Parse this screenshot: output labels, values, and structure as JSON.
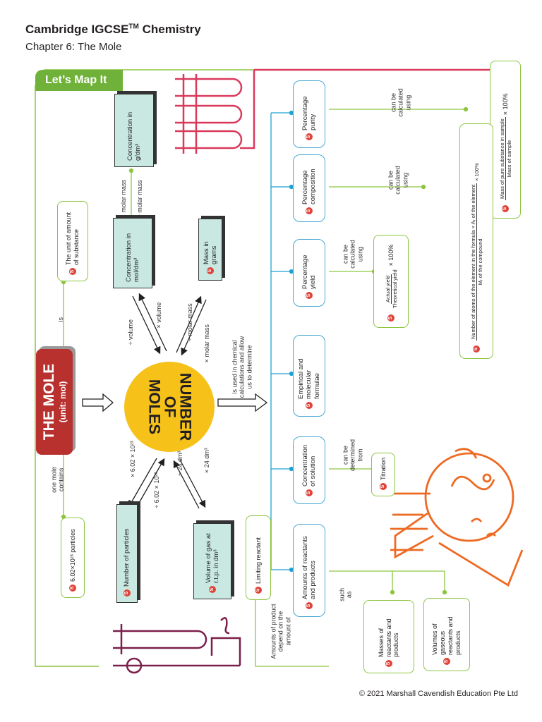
{
  "header": {
    "title": "Cambridge IGCSE",
    "title_sup": "TM",
    "title_rest": " Chemistry",
    "subtitle": "Chapter 6: The Mole"
  },
  "badge": "Let’s Map It",
  "icon_letter": "S",
  "colors": {
    "green": "#8cc63f",
    "blue": "#1ea1d2",
    "teal": "#c8e8e1",
    "red": "#b8312f",
    "yellow": "#f6c21a",
    "orange": "#ee6a23",
    "crimson": "#d9395b",
    "maroon": "#7a1f4a"
  },
  "center": {
    "mole_title": "THE MOLE",
    "mole_unit": "(unit: mol)",
    "moles_circle": "NUMBER\nOF\nMOLES"
  },
  "labels": {
    "is": "is",
    "one_mole_contains": "one mole\ncontains",
    "used_in": "is used in chemical\ncalculations and allow\nus to determine",
    "x_molar_mass_top": "× molar mass",
    "div_molar_mass_top": "÷ molar mass",
    "div_volume": "÷ volume",
    "x_volume": "× volume",
    "div_molar_mass": "÷ molar mass",
    "x_molar_mass": "× molar mass",
    "x_avogadro": "× 6.02 × 10²³",
    "div_avogadro": "÷ 6.02 × 10²³",
    "div_24": "÷ 24 dm³",
    "x_24": "× 24 dm³",
    "can_be_calc_1": "can be\ncalculated\nusing",
    "can_be_calc_2": "can be\ncalculated\nusing",
    "can_be_calc_3": "can be\ncalculated\nusing",
    "can_be_determined": "can be\ndetermined\nfrom",
    "such_as": "such\nas",
    "amounts_depend": "Amounts of product\ndepend on the\namount of"
  },
  "teal_boxes": {
    "conc_gdm": "Concentration in g/dm³",
    "conc_moldm": "Concentration in mol/dm³",
    "mass_grams": "Mass in grams",
    "num_particles": "Number of particles",
    "vol_gas": "Volume of gas at r.t.p. in dm³"
  },
  "green_boxes": {
    "unit_amount": "The unit of amount of substance",
    "particles": "6.02×10²³ particles",
    "limiting": "Limiting reactant",
    "titration": "Titration",
    "masses": "Masses of reactants and products",
    "volumes": "Volumes of gaseous reactants and products"
  },
  "blue_boxes": {
    "purity": "Percentage purity",
    "composition": "Percentage composition",
    "yield": "Percentage yield",
    "empirical": "Empirical and molecular formulae",
    "concentration": "Concentration of solution",
    "amounts": "Amounts of reactants and products"
  },
  "formulas": {
    "purity_num": "Mass of pure substance in sample",
    "purity_den": "Mass of sample",
    "purity_mult": "× 100%",
    "comp_num": "Number of atoms of the element in the formula × Aᵣ of the element",
    "comp_den": "Mᵣ of the compound",
    "comp_mult": "× 100%",
    "yield_num": "Actual yield",
    "yield_den": "Theoretical yield",
    "yield_mult": "× 100%"
  },
  "footer": "© 2021 Marshall Cavendish Education Pte Ltd"
}
